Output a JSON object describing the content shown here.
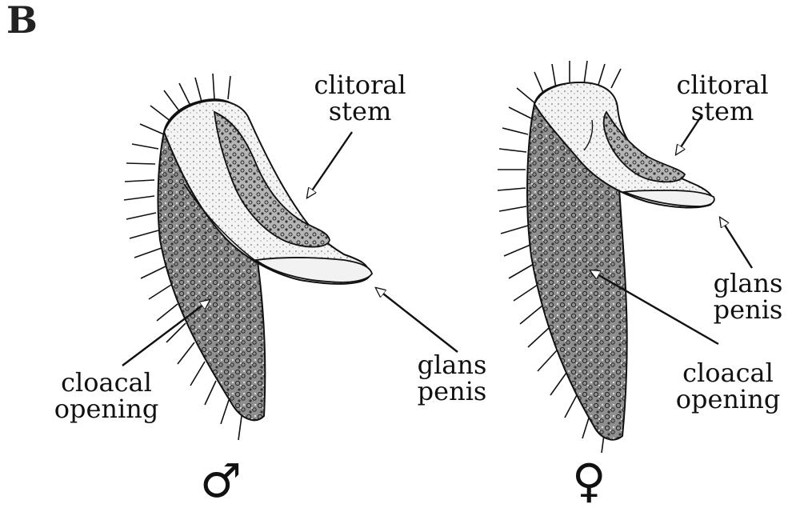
{
  "panel_letter": "B",
  "left_diagram": {
    "labels": {
      "clitoral_stem": [
        "clitoral",
        "stem"
      ],
      "glans_penis": [
        "glans",
        "penis"
      ],
      "cloacal_opening": [
        "cloacal",
        "opening"
      ]
    },
    "sex_symbol": "♂"
  },
  "right_diagram": {
    "labels": {
      "clitoral_stem": [
        "clitoral",
        "stem"
      ],
      "glans_penis": [
        "glans",
        "penis"
      ],
      "cloacal_opening": [
        "cloacal",
        "opening"
      ]
    },
    "sex_symbol": "♀"
  },
  "colors": {
    "ink": "#111111",
    "stipple": "#6d6d6d",
    "body_fill": "#9a9a9a",
    "light_fill": "#ededed"
  }
}
